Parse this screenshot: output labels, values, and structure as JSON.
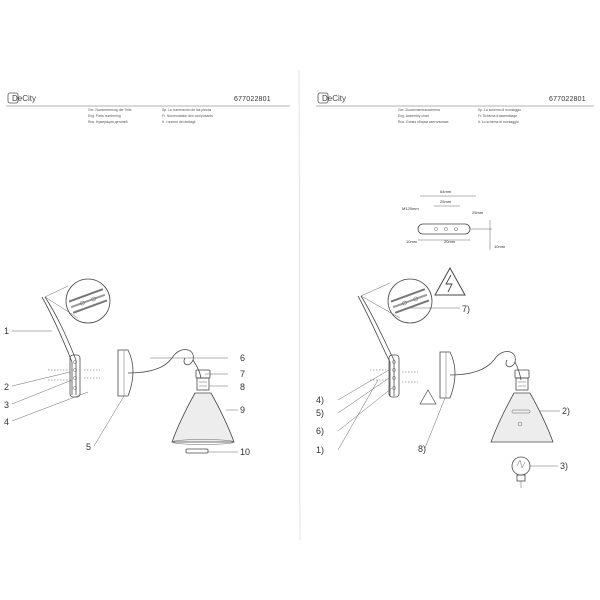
{
  "brand": "DeCity",
  "left_page": {
    "code": "677022801",
    "header": [
      [
        "Ger. Nummerierung der Teile",
        "Sp. La numeración de las piezas"
      ],
      [
        "Eng. Parts numbering",
        "Fr. Numérotation des composants"
      ],
      [
        "Rus. Нумерация деталей",
        "It. I numeri dei dettagli"
      ]
    ],
    "callouts": [
      "1",
      "2",
      "3",
      "4",
      "5",
      "6",
      "7",
      "8",
      "9",
      "10"
    ]
  },
  "right_page": {
    "code": "677022801",
    "header": [
      [
        "Ger. Zusammenbauschema",
        "Sp. La schema di montaggio"
      ],
      [
        "Eng. Assembly chart",
        "Fr. Schéma d'assemblage"
      ],
      [
        "Rus. Схема сборки светильника",
        "It. Lo schema di montaggio"
      ]
    ],
    "dimensions": {
      "top_width": "64mm",
      "inner_width": "25mm",
      "bolt": "M120mm",
      "left": "10mm",
      "right": "20mm",
      "offset": "25mm",
      "height": "10mm"
    },
    "callouts": [
      "1)",
      "2)",
      "3)",
      "4)",
      "5)",
      "6)",
      "7)",
      "8)"
    ]
  },
  "colors": {
    "line": "#4a4a4a",
    "paper": "#ffffff"
  }
}
